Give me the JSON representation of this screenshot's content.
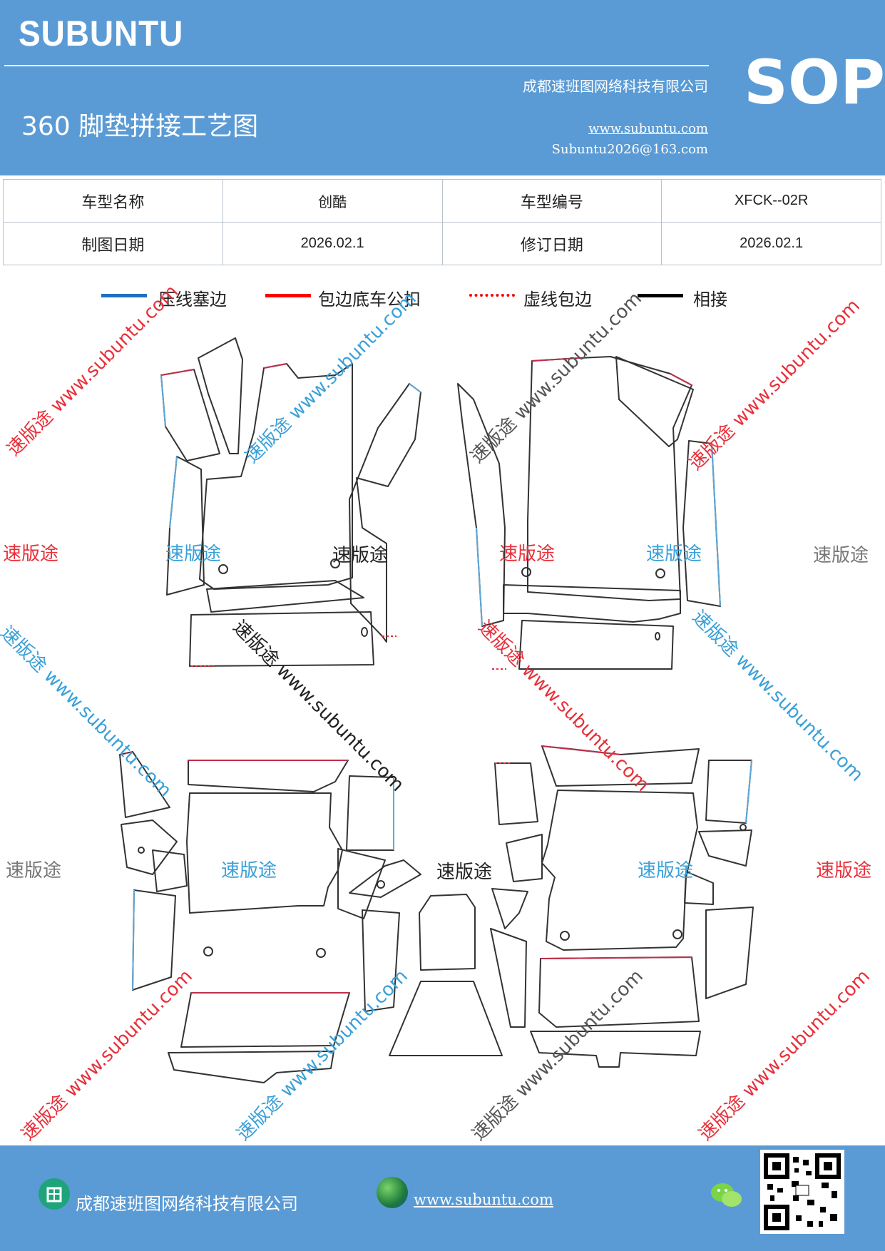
{
  "header": {
    "brand": "SUBUNTU",
    "sop": "SOP",
    "company": "成都速班图网络科技有限公司",
    "title": "360 脚垫拼接工艺图",
    "website": "www.subuntu.com",
    "email": "Subuntu2026@163.com"
  },
  "info_table": {
    "rows": [
      [
        "车型名称",
        "创酷",
        "车型编号",
        "XFCK--02R"
      ],
      [
        "制图日期",
        "2026.02.1",
        "修订日期",
        "2026.02.1"
      ]
    ]
  },
  "legend": [
    {
      "label": "压线塞边",
      "color": "#1f6fbf",
      "style": "solid"
    },
    {
      "label": "包边底车公扣",
      "color": "#ff0000",
      "style": "solid"
    },
    {
      "label": "虚线包边",
      "color": "#ff0000",
      "style": "dotted"
    },
    {
      "label": "相接",
      "color": "#000000",
      "style": "solid"
    }
  ],
  "watermarks": {
    "brand_cn": "速版途",
    "diag_text": "速版途 www.subuntu.com",
    "colors": [
      "#e8303a",
      "#3aa0d8",
      "#555555",
      "#888888"
    ]
  },
  "footer": {
    "company": "成都速班图网络科技有限公司",
    "website": "www.subuntu.com"
  }
}
